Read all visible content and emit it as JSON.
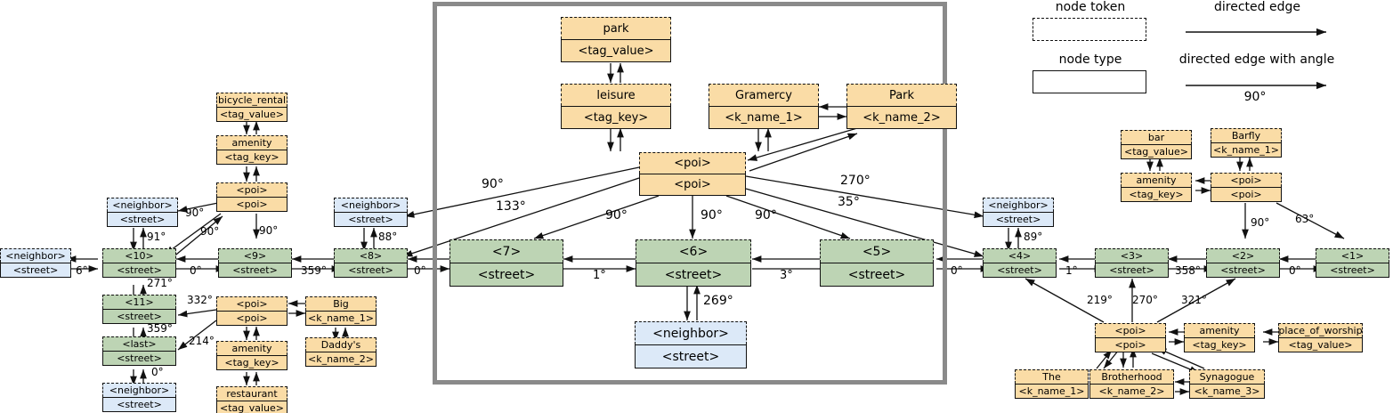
{
  "legend": {
    "node_token_label": "node token",
    "node_type_label": "node type",
    "directed_edge_label": "directed edge",
    "directed_edge_angle_label": "directed edge with angle",
    "angle_example": "90°"
  },
  "colors": {
    "poi_fill": "#fadca6",
    "street_fill": "#bdd4b4",
    "neighbor_fill": "#dce9f8",
    "panel_border": "#8a8a8a",
    "stroke": "#111111"
  },
  "nodes": {
    "center_panel": {
      "park_token": "park",
      "park_type": "<tag_value>",
      "leisure_token": "leisure",
      "leisure_type": "<tag_key>",
      "gramercy_token": "Gramercy",
      "gramercy_type": "<k_name_1>",
      "park_name_token": "Park",
      "park_name_type": "<k_name_2>",
      "poi_token": "<poi>",
      "poi_type": "<poi>",
      "s7_token": "<7>",
      "s7_type": "<street>",
      "s6_token": "<6>",
      "s6_type": "<street>",
      "s5_token": "<5>",
      "s5_type": "<street>",
      "nbr6_token": "<neighbor>",
      "nbr6_type": "<street>"
    },
    "left": {
      "bicycle_rental_token": "bicycle_rental",
      "bicycle_rental_type": "<tag_value>",
      "amenity_token": "amenity",
      "amenity_type": "<tag_key>",
      "poi_token": "<poi>",
      "poi_type": "<poi>",
      "nbr10_token": "<neighbor>",
      "nbr10_type": "<street>",
      "nbr_far_token": "<neighbor>",
      "nbr_far_type": "<street>",
      "s10_token": "<10>",
      "s10_type": "<street>",
      "s9_token": "<9>",
      "s9_type": "<street>",
      "s8_token": "<8>",
      "s8_type": "<street>",
      "nbr8_token": "<neighbor>",
      "nbr8_type": "<street>",
      "s11_token": "<11>",
      "s11_type": "<street>",
      "slast_token": "<last>",
      "slast_type": "<street>",
      "nbrlast_token": "<neighbor>",
      "nbrlast_type": "<street>",
      "poi2_token": "<poi>",
      "poi2_type": "<poi>",
      "big_token": "Big",
      "big_type": "<k_name_1>",
      "daddys_token": "Daddy's",
      "daddys_type": "<k_name_2>",
      "amenity2_token": "amenity",
      "amenity2_type": "<tag_key>",
      "restaurant_token": "restaurant",
      "restaurant_type": "<tag_value>"
    },
    "right": {
      "nbr4_token": "<neighbor>",
      "nbr4_type": "<street>",
      "s4_token": "<4>",
      "s4_type": "<street>",
      "s3_token": "<3>",
      "s3_type": "<street>",
      "s2_token": "<2>",
      "s2_type": "<street>",
      "s1_token": "<1>",
      "s1_type": "<street>",
      "bar_token": "bar",
      "bar_type": "<tag_value>",
      "amenity_token": "amenity",
      "amenity_type": "<tag_key>",
      "barfly_token": "Barfly",
      "barfly_type": "<k_name_1>",
      "poi_token": "<poi>",
      "poi_type": "<poi>",
      "poi2_token": "<poi>",
      "poi2_type": "<poi>",
      "amenity2_token": "amenity",
      "amenity2_type": "<tag_key>",
      "worship_token": "place_of_worship",
      "worship_type": "<tag_value>",
      "the_token": "The",
      "the_type": "<k_name_1>",
      "brotherhood_token": "Brotherhood",
      "brotherhood_type": "<k_name_2>",
      "synagogue_token": "Synagogue",
      "synagogue_type": "<k_name_3>"
    }
  },
  "edge_labels": {
    "center": {
      "a90_left": "90°",
      "a133": "133°",
      "a90_s7": "90°",
      "a90_s6": "90°",
      "a90_s5": "90°",
      "a35": "35°",
      "a270": "270°",
      "s7_s6": "1°",
      "s6_s5": "3°",
      "s6_nbr": "269°",
      "s8_s7": "0°",
      "s5_s4": "0°"
    },
    "left": {
      "poi_nbr10": "90°",
      "poi_s10": "90°",
      "poi_s9": "90°",
      "nbr10_s10": "91°",
      "nbrfar_s10": "6°",
      "s10_s9": "0°",
      "s9_s8": "359°",
      "nbr8_s8": "88°",
      "s10_s11": "271°",
      "s11_slast": "359°",
      "slast_nbr": "0°",
      "poi2_s11": "332°",
      "poi2_slast": "214°"
    },
    "right": {
      "nbr4_s4": "89°",
      "s4_s3": "1°",
      "s3_s2": "358°",
      "s2_s1": "0°",
      "poi_s2": "90°",
      "poi_s1": "63°",
      "poi2_s4": "219°",
      "poi2_s3": "270°",
      "poi2_s2": "321°"
    }
  }
}
